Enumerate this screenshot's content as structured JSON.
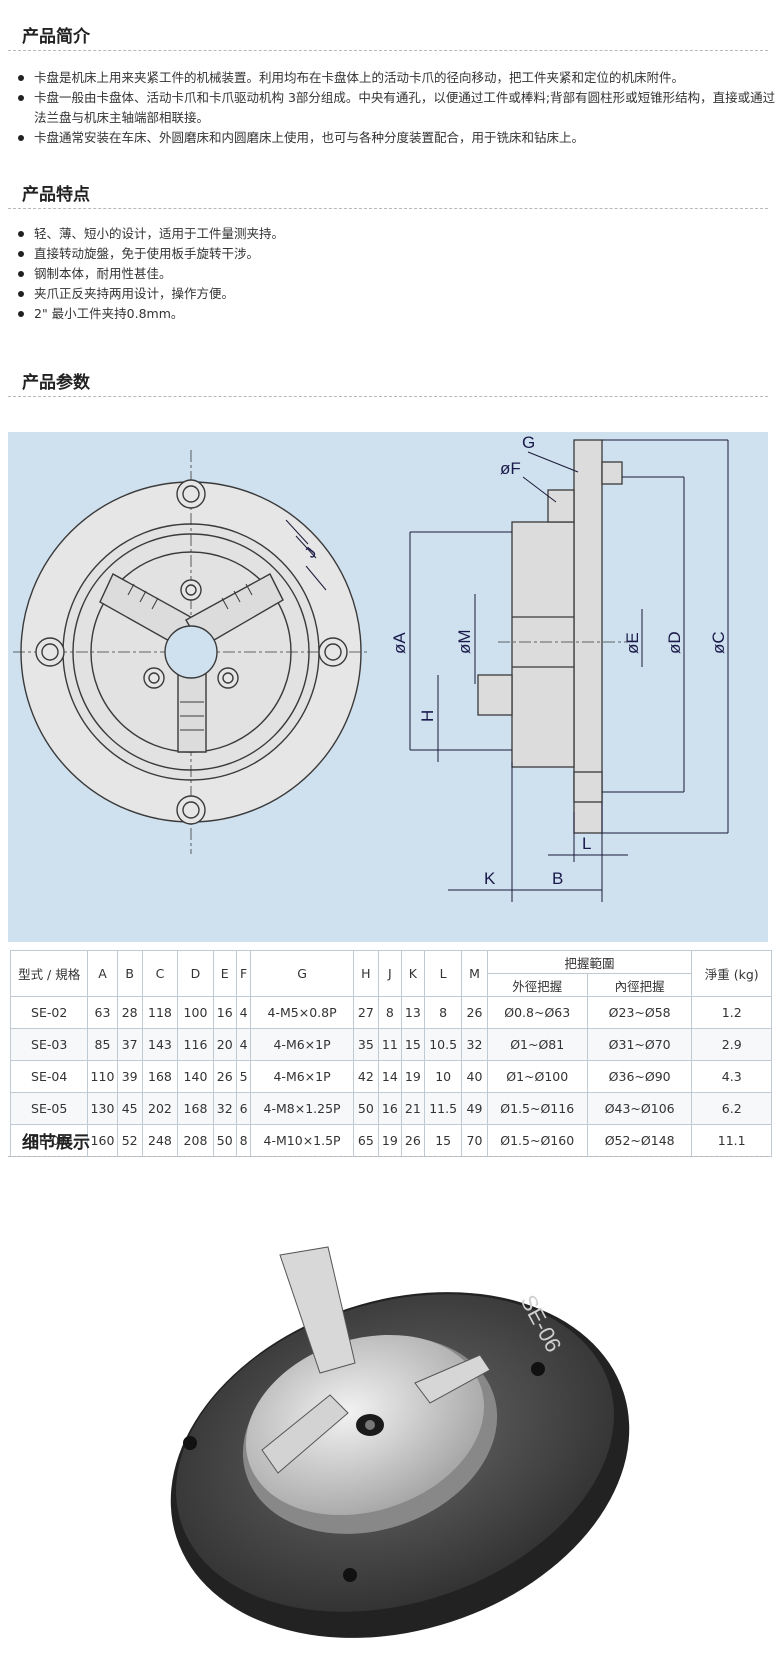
{
  "intro": {
    "title": "产品简介",
    "items": [
      "卡盘是机床上用来夹紧工件的机械装置。利用均布在卡盘体上的活动卡爪的径向移动，把工件夹紧和定位的机床附件。",
      "卡盘一般由卡盘体、活动卡爪和卡爪驱动机构 3部分组成。中央有通孔，以便通过工件或棒料;背部有圆柱形或短锥形结构，直接或通过法兰盘与机床主轴端部相联接。",
      "卡盘通常安装在车床、外圆磨床和内圆磨床上使用，也可与各种分度装置配合，用于铣床和钻床上。"
    ]
  },
  "features": {
    "title": "产品特点",
    "items": [
      "轻、薄、短小的设计，适用于工件量测夹持。",
      "直接转动旋盤，免于使用板手旋转干涉。",
      "钢制本体，耐用性甚佳。",
      "夹爪正反夹持两用设计，操作方便。",
      "2\" 最小工件夹持0.8mm。"
    ]
  },
  "params": {
    "title": "产品参数",
    "diagram_labels": {
      "G": "G",
      "F": "øF",
      "J": "J",
      "A": "øA",
      "M": "øM",
      "E": "øE",
      "D": "øD",
      "C": "øC",
      "H": "H",
      "L": "L",
      "K": "K",
      "B": "B"
    },
    "table": {
      "model_header": "型式 / 規格",
      "columns": [
        "A",
        "B",
        "C",
        "D",
        "E",
        "F",
        "G",
        "H",
        "J",
        "K",
        "L",
        "M"
      ],
      "grip_header": "把握範圍",
      "grip_sub": [
        "外徑把握",
        "內徑把握"
      ],
      "weight_header": "淨重 (kg)",
      "rows": [
        [
          "SE-02",
          "63",
          "28",
          "118",
          "100",
          "16",
          "4",
          "4-M5×0.8P",
          "27",
          "8",
          "13",
          "8",
          "26",
          "Ø0.8~Ø63",
          "Ø23~Ø58",
          "1.2"
        ],
        [
          "SE-03",
          "85",
          "37",
          "143",
          "116",
          "20",
          "4",
          "4-M6×1P",
          "35",
          "11",
          "15",
          "10.5",
          "32",
          "Ø1~Ø81",
          "Ø31~Ø70",
          "2.9"
        ],
        [
          "SE-04",
          "110",
          "39",
          "168",
          "140",
          "26",
          "5",
          "4-M6×1P",
          "42",
          "14",
          "19",
          "10",
          "40",
          "Ø1~Ø100",
          "Ø36~Ø90",
          "4.3"
        ],
        [
          "SE-05",
          "130",
          "45",
          "202",
          "168",
          "32",
          "6",
          "4-M8×1.25P",
          "50",
          "16",
          "21",
          "11.5",
          "49",
          "Ø1.5~Ø116",
          "Ø43~Ø106",
          "6.2"
        ],
        [
          "SE-06",
          "160",
          "52",
          "248",
          "208",
          "50",
          "8",
          "4-M10×1.5P",
          "65",
          "19",
          "26",
          "15",
          "70",
          "Ø1.5~Ø160",
          "Ø52~Ø148",
          "11.1"
        ]
      ]
    }
  },
  "details": {
    "title": "细节展示",
    "photo_marking": "SE-06"
  }
}
